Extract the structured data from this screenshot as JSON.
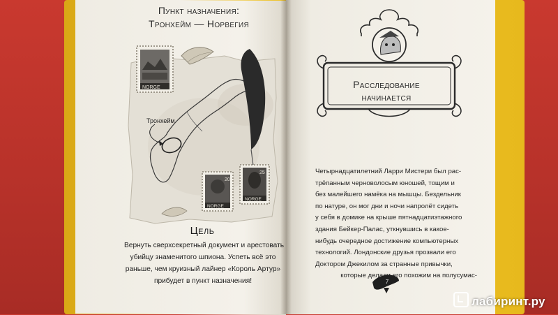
{
  "left_page": {
    "destination_line1": "Пункт назначения:",
    "destination_line2": "Тронхейм — Норвегия",
    "map_label": "Тронхейм",
    "stamp_text_1": "NORGE",
    "stamp_text_2": "NORGE",
    "stamp_value_1": "20",
    "stamp_value_2": "25",
    "stamp_text_3": "NORGE",
    "goal_heading": "Цель",
    "goal_lines": [
      "Вернуть сверхсекретный документ и арестовать",
      "убийцу знаменитого шпиона. Успеть всё это",
      "раньше, чем круизный лайнер «Король Артур»",
      "прибудет в пункт назначения!"
    ]
  },
  "right_page": {
    "chapter_line1": "Расследование",
    "chapter_line2": "начинается",
    "body_lines": [
      "Четырнадцатилетний Ларри Мистери был рас-",
      "трёпанным черноволосым юношей, тощим и",
      "без малейшего намёка на мышцы. Бездельник",
      "по натуре, он мог дни и ночи напролёт сидеть",
      "у себя в домике на крыше пятнадцатиэтажного",
      "здания Бейкер-Палас, уткнувшись в какое-",
      "нибудь очередное достижение компьютерных",
      "технологий. Лондонские друзья прозвали его",
      "Доктором Джекилом за странные привычки,",
      "которые делали его похожим на полусумас-"
    ],
    "page_number": "7"
  },
  "watermark": {
    "text": "лабиринт.ру"
  },
  "colors": {
    "background": "#b8322a",
    "cover": "#f0c326",
    "paper": "#f3f0e8",
    "ink": "#262626"
  }
}
